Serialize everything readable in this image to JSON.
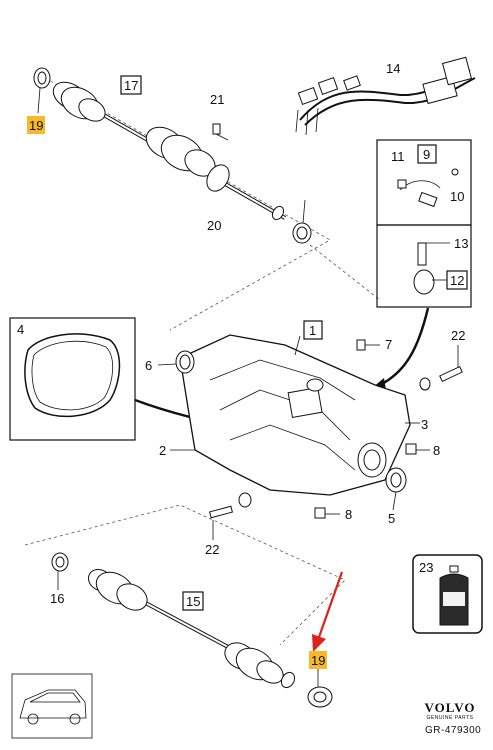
{
  "labels": {
    "p1": "1",
    "p2": "2",
    "p3": "3",
    "p4": "4",
    "p5": "5",
    "p6": "6",
    "p7": "7",
    "p8a": "8",
    "p8b": "8",
    "p9": "9",
    "p10": "10",
    "p11": "11",
    "p12": "12",
    "p13": "13",
    "p14": "14",
    "p15": "15",
    "p16": "16",
    "p17": "17",
    "p19a": "19",
    "p19b": "19",
    "p20": "20",
    "p21": "21",
    "p22a": "22",
    "p22b": "22",
    "p23": "23"
  },
  "brand": {
    "logo": "VOLVO",
    "sub": "GENUINE PARTS"
  },
  "code": "GR-479300",
  "colors": {
    "highlight": "#f7b928",
    "arrow": "#e0201b"
  }
}
